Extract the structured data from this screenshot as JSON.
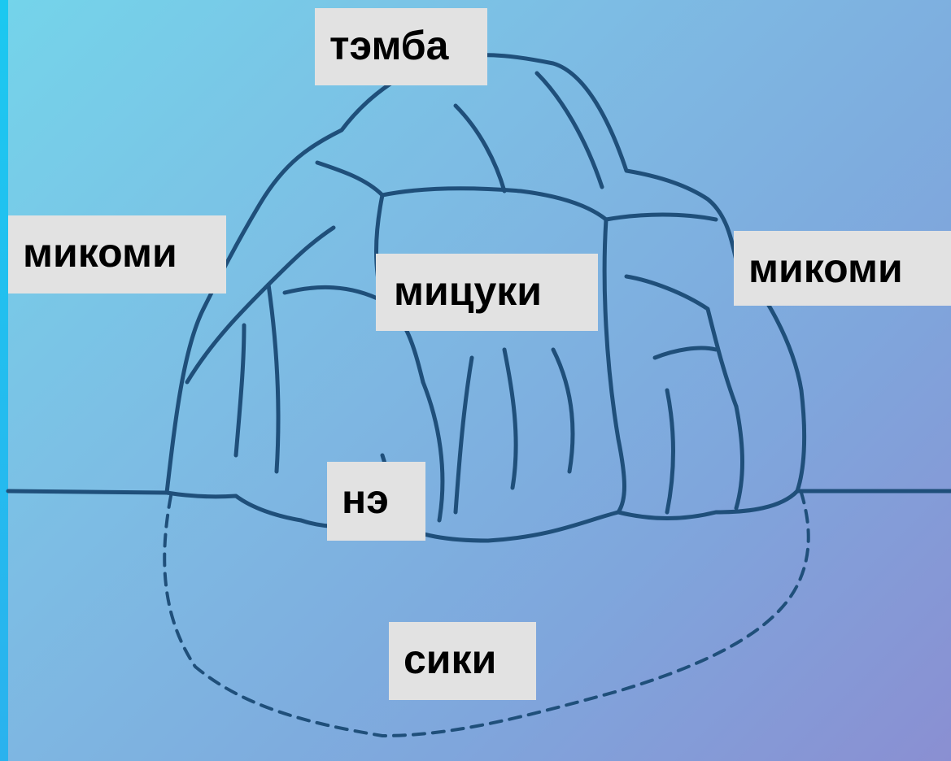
{
  "colors": {
    "background_start": "#74d4ea",
    "background_end": "#8a8fd2",
    "sketch_stroke": "#1f4f7a",
    "label_background": "#e2e2e2",
    "label_text": "#000000"
  },
  "labels": {
    "top": "тэмба",
    "left": "микоми",
    "center": "мицуки",
    "right": "микоми",
    "waterline": "нэ",
    "bottom": "сики"
  }
}
